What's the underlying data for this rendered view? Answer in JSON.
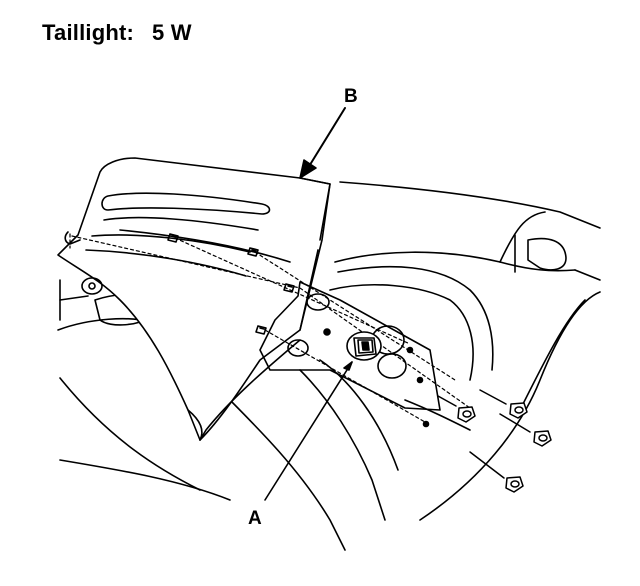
{
  "header": {
    "label": "Taillight:",
    "value": "5 W"
  },
  "callouts": {
    "a": "A",
    "b": "B"
  }
}
